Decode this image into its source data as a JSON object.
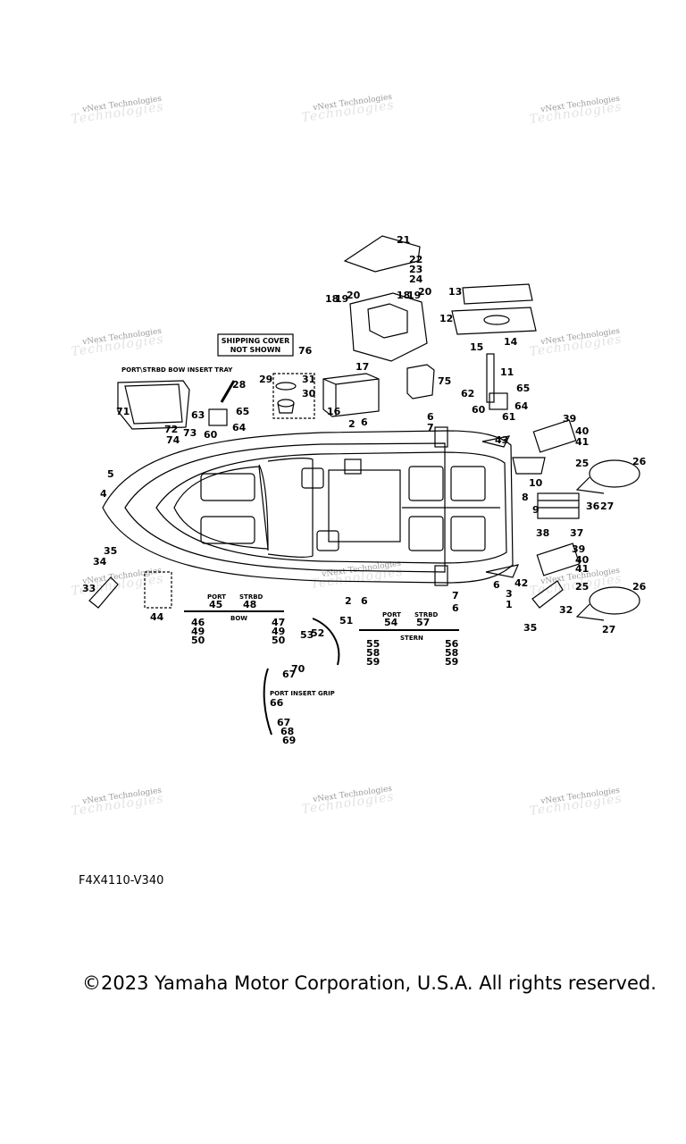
{
  "watermark": {
    "text": "vNext Technologies"
  },
  "figure": {
    "code": "F4X4110-V340",
    "shipping_cover_note": [
      "SHIPPING COVER",
      "NOT SHOWN"
    ],
    "labels": {
      "bow_insert_tray": "PORT\\STRBD BOW INSERT TRAY",
      "port_a": "PORT",
      "strbd_a": "STRBD",
      "bow": "BOW",
      "port_b": "PORT",
      "strbd_b": "STRBD",
      "stern": "STERN",
      "port_insert_grip": "PORT INSERT GRIP"
    },
    "callouts": {
      "n1": "1",
      "n2a": "2",
      "n2b": "2",
      "n3": "3",
      "n4": "4",
      "n5": "5",
      "n6a": "6",
      "n6b": "6",
      "n6c": "6",
      "n6d": "6",
      "n6e": "6",
      "n7a": "7",
      "n7b": "7",
      "n8": "8",
      "n9": "9",
      "n10": "10",
      "n11": "11",
      "n12": "12",
      "n13": "13",
      "n14": "14",
      "n15": "15",
      "n16": "16",
      "n17": "17",
      "n18a": "18",
      "n18b": "18",
      "n19a": "19",
      "n19b": "19",
      "n20a": "20",
      "n20b": "20",
      "n21": "21",
      "n22": "22",
      "n23": "23",
      "n24": "24",
      "n25a": "25",
      "n25b": "25",
      "n26a": "26",
      "n26b": "26",
      "n27a": "27",
      "n27b": "27",
      "n28": "28",
      "n29": "29",
      "n30": "30",
      "n31": "31",
      "n32": "32",
      "n33": "33",
      "n34": "34",
      "n35a": "35",
      "n35b": "35",
      "n36": "36",
      "n37": "37",
      "n38": "38",
      "n39a": "39",
      "n39b": "39",
      "n40a": "40",
      "n40b": "40",
      "n41a": "41",
      "n41b": "41",
      "n42": "42",
      "n43": "43",
      "n44": "44",
      "n45": "45",
      "n46": "46",
      "n47": "47",
      "n48": "48",
      "n49a": "49",
      "n49b": "49",
      "n50a": "50",
      "n50b": "50",
      "n51": "51",
      "n52": "52",
      "n53": "53",
      "n54": "54",
      "n55": "55",
      "n56": "56",
      "n57": "57",
      "n58a": "58",
      "n58b": "58",
      "n59a": "59",
      "n59b": "59",
      "n60a": "60",
      "n60b": "60",
      "n61": "61",
      "n62": "62",
      "n63": "63",
      "n64a": "64",
      "n64b": "64",
      "n65a": "65",
      "n65b": "65",
      "n66": "66",
      "n67a": "67",
      "n67b": "67",
      "n68": "68",
      "n69": "69",
      "n70": "70",
      "n71": "71",
      "n72": "72",
      "n73": "73",
      "n74": "74",
      "n75": "75",
      "n76": "76"
    }
  },
  "footer": {
    "copyright": "©2023 Yamaha Motor Corporation, U.S.A. All rights reserved."
  }
}
